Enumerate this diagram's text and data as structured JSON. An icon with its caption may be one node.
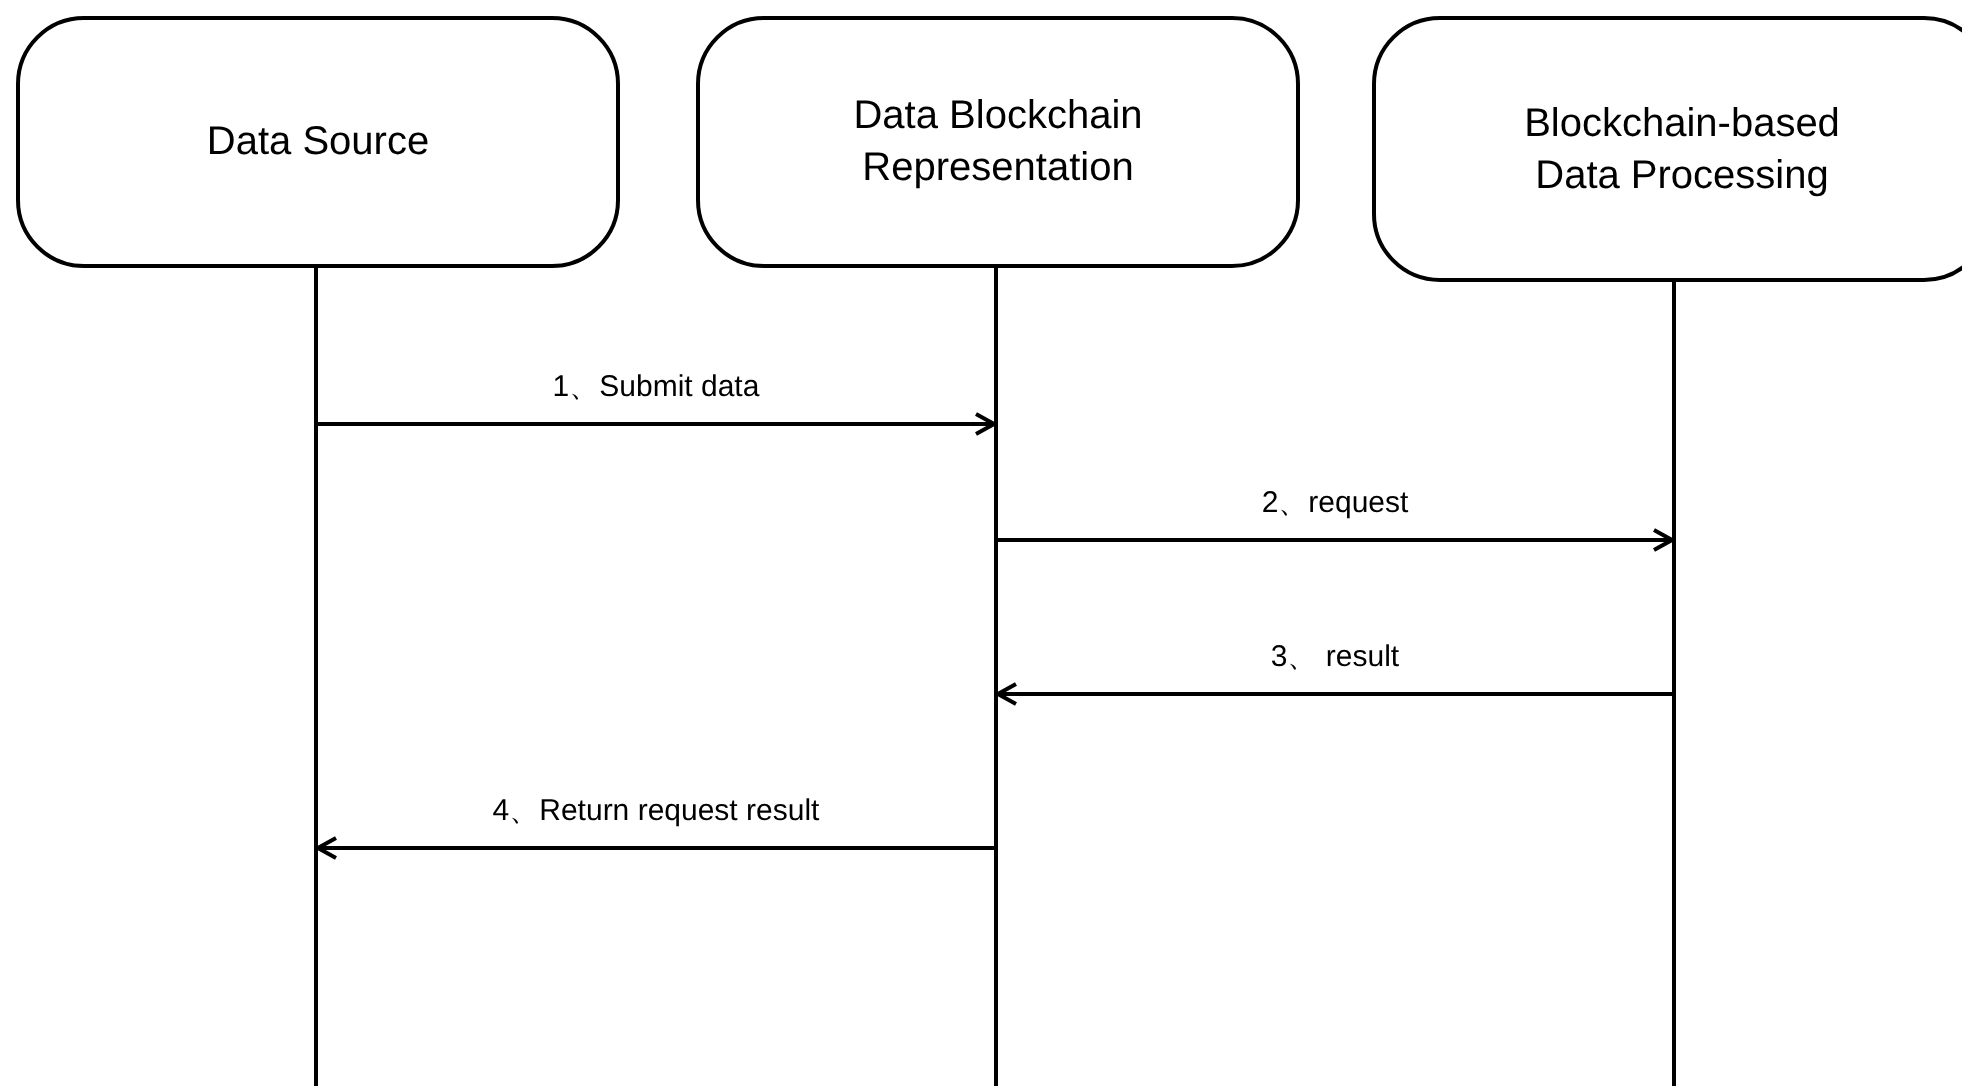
{
  "diagram": {
    "nodes": [
      {
        "text": [
          "Data Source"
        ]
      },
      {
        "text": [
          "Data Blockchain Representation"
        ]
      },
      {
        "text": [
          "Blockchain-based Data Processing"
        ]
      },
      {
        "text": [],
        "shape": "line"
      },
      {
        "text": [],
        "shape": "line"
      },
      {
        "text": [],
        "shape": "line"
      }
    ],
    "edges": [
      {
        "from": 3,
        "to": 4,
        "arrow": "to",
        "label": "1、Submit data"
      },
      {
        "from": 4,
        "to": 5,
        "arrow": "to",
        "label": "2、request"
      },
      {
        "from": 5,
        "to": 4,
        "arrow": "to",
        "label": "3、 result"
      },
      {
        "from": 4,
        "to": 3,
        "arrow": "to",
        "label": "4、Return request result"
      }
    ]
  }
}
